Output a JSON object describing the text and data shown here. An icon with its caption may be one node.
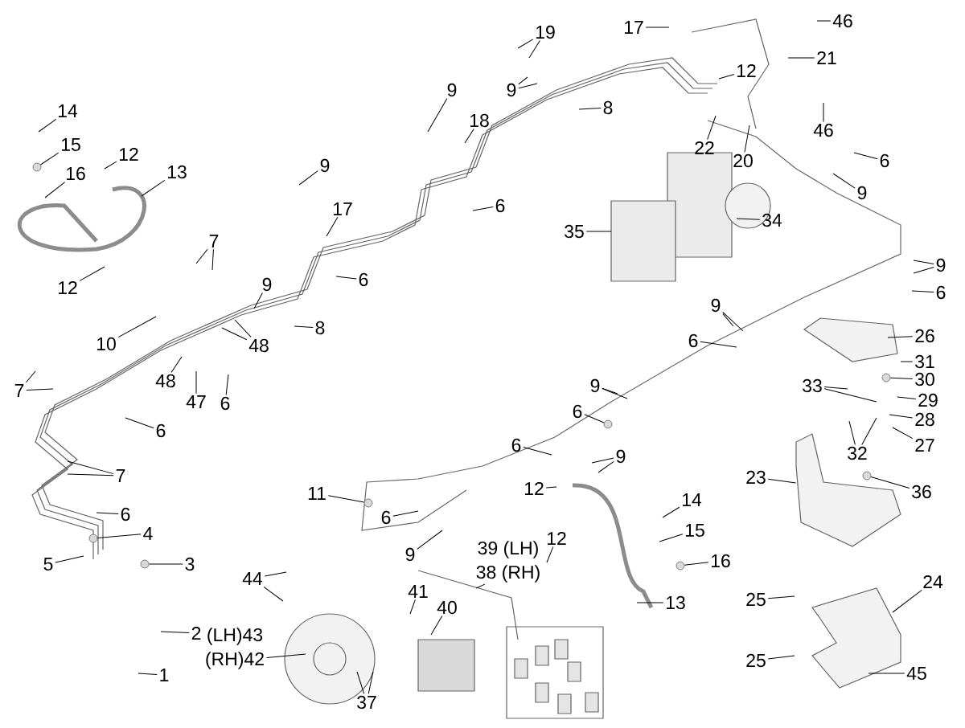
{
  "diagram": {
    "nodes": [
      {
        "text": [
          "46"
        ]
      },
      {
        "text": [
          "17"
        ]
      },
      {
        "text": [
          "19"
        ]
      },
      {
        "text": [
          "21"
        ]
      },
      {
        "text": [
          "12"
        ]
      },
      {
        "text": [
          "9"
        ]
      },
      {
        "text": [
          "8"
        ]
      },
      {
        "text": [
          "14"
        ]
      },
      {
        "text": [
          "18"
        ]
      },
      {
        "text": [
          "9"
        ]
      },
      {
        "text": [
          "46"
        ]
      },
      {
        "text": [
          "22"
        ]
      },
      {
        "text": [
          "15"
        ]
      },
      {
        "text": [
          "12"
        ]
      },
      {
        "text": [
          "20"
        ]
      },
      {
        "text": [
          "6"
        ]
      },
      {
        "text": [
          "9"
        ]
      },
      {
        "text": [
          "16"
        ]
      },
      {
        "text": [
          "13"
        ]
      },
      {
        "text": [
          "9"
        ]
      },
      {
        "text": [
          "17"
        ]
      },
      {
        "text": [
          "6"
        ]
      },
      {
        "text": [
          "34"
        ]
      },
      {
        "text": [
          "35"
        ]
      },
      {
        "text": [
          "7"
        ]
      },
      {
        "text": [
          "9"
        ]
      },
      {
        "text": [
          "6"
        ]
      },
      {
        "text": [
          "9"
        ]
      },
      {
        "text": [
          "12"
        ]
      },
      {
        "text": [
          "6"
        ]
      },
      {
        "text": [
          "9"
        ]
      },
      {
        "text": [
          "8"
        ]
      },
      {
        "text": [
          "26"
        ]
      },
      {
        "text": [
          "10"
        ]
      },
      {
        "text": [
          "6"
        ]
      },
      {
        "text": [
          "48"
        ]
      },
      {
        "text": [
          "31"
        ]
      },
      {
        "text": [
          "30"
        ]
      },
      {
        "text": [
          "48"
        ]
      },
      {
        "text": [
          "9"
        ]
      },
      {
        "text": [
          "33"
        ]
      },
      {
        "text": [
          "7"
        ]
      },
      {
        "text": [
          "29"
        ]
      },
      {
        "text": [
          "47"
        ]
      },
      {
        "text": [
          "6"
        ]
      },
      {
        "text": [
          "6"
        ]
      },
      {
        "text": [
          "28"
        ]
      },
      {
        "text": [
          "6"
        ]
      },
      {
        "text": [
          "9"
        ]
      },
      {
        "text": [
          "6"
        ]
      },
      {
        "text": [
          "27"
        ]
      },
      {
        "text": [
          "32"
        ]
      },
      {
        "text": [
          "7"
        ]
      },
      {
        "text": [
          "23"
        ]
      },
      {
        "text": [
          "11"
        ]
      },
      {
        "text": [
          "12"
        ]
      },
      {
        "text": [
          "36"
        ]
      },
      {
        "text": [
          "14"
        ]
      },
      {
        "text": [
          "6"
        ]
      },
      {
        "text": [
          "6"
        ]
      },
      {
        "text": [
          "15"
        ]
      },
      {
        "text": [
          "4"
        ]
      },
      {
        "text": [
          "12"
        ]
      },
      {
        "text": [
          "39 (LH)"
        ]
      },
      {
        "text": [
          "38 (RH)"
        ]
      },
      {
        "text": [
          "9"
        ]
      },
      {
        "text": [
          "5"
        ]
      },
      {
        "text": [
          "3"
        ]
      },
      {
        "text": [
          "16"
        ]
      },
      {
        "text": [
          "44"
        ]
      },
      {
        "text": [
          "41"
        ]
      },
      {
        "text": [
          "25"
        ]
      },
      {
        "text": [
          "24"
        ]
      },
      {
        "text": [
          "13"
        ]
      },
      {
        "text": [
          "40"
        ]
      },
      {
        "text": [
          "2"
        ]
      },
      {
        "text": [
          "(LH)43"
        ]
      },
      {
        "text": [
          "(RH)42"
        ]
      },
      {
        "text": [
          "25"
        ]
      },
      {
        "text": [
          "1"
        ]
      },
      {
        "text": [
          "45"
        ]
      },
      {
        "text": [
          "37"
        ]
      },
      {
        "text": [],
        "shape": "picture"
      },
      {
        "text": [],
        "shape": "circle"
      },
      {
        "text": [],
        "shape": "circle"
      },
      {
        "text": [],
        "shape": "circle"
      },
      {
        "text": [],
        "shape": "circle"
      },
      {
        "text": [],
        "shape": "circle"
      },
      {
        "text": [],
        "shape": "circle"
      },
      {
        "text": [],
        "shape": "circle"
      },
      {
        "text": [],
        "shape": "circle"
      }
    ],
    "edges": [
      {
        "from": 0,
        "to": null,
        "arrow": "none"
      },
      {
        "from": 1,
        "to": null,
        "arrow": "none"
      },
      {
        "from": 2,
        "to": null,
        "arrow": "none"
      },
      {
        "from": 2,
        "to": null,
        "arrow": "none"
      },
      {
        "from": 3,
        "to": null,
        "arrow": "none"
      },
      {
        "from": 4,
        "to": null,
        "arrow": "none"
      },
      {
        "from": 5,
        "to": null,
        "arrow": "none"
      },
      {
        "from": 5,
        "to": null,
        "arrow": "none"
      },
      {
        "from": 6,
        "to": null,
        "arrow": "none"
      },
      {
        "from": 7,
        "to": null,
        "arrow": "none"
      },
      {
        "from": 8,
        "to": null,
        "arrow": "none"
      },
      {
        "from": 9,
        "to": null,
        "arrow": "none"
      },
      {
        "from": 10,
        "to": null,
        "arrow": "none"
      },
      {
        "from": 11,
        "to": null,
        "arrow": "none"
      },
      {
        "from": 12,
        "to": 83,
        "arrow": "none"
      },
      {
        "from": 13,
        "to": null,
        "arrow": "none"
      },
      {
        "from": 14,
        "to": null,
        "arrow": "none"
      },
      {
        "from": 15,
        "to": null,
        "arrow": "none"
      },
      {
        "from": 16,
        "to": null,
        "arrow": "none"
      },
      {
        "from": 17,
        "to": null,
        "arrow": "none"
      },
      {
        "from": 18,
        "to": null,
        "arrow": "none"
      },
      {
        "from": 19,
        "to": null,
        "arrow": "none"
      },
      {
        "from": 20,
        "to": null,
        "arrow": "none"
      },
      {
        "from": 21,
        "to": null,
        "arrow": "none"
      },
      {
        "from": 22,
        "to": null,
        "arrow": "none"
      },
      {
        "from": 23,
        "to": null,
        "arrow": "none"
      },
      {
        "from": 24,
        "to": null,
        "arrow": "none"
      },
      {
        "from": 24,
        "to": null,
        "arrow": "none"
      },
      {
        "from": 25,
        "to": null,
        "arrow": "none"
      },
      {
        "from": 25,
        "to": null,
        "arrow": "none"
      },
      {
        "from": 26,
        "to": null,
        "arrow": "none"
      },
      {
        "from": 27,
        "to": null,
        "arrow": "none"
      },
      {
        "from": 28,
        "to": null,
        "arrow": "none"
      },
      {
        "from": 29,
        "to": null,
        "arrow": "none"
      },
      {
        "from": 30,
        "to": null,
        "arrow": "none"
      },
      {
        "from": 30,
        "to": null,
        "arrow": "none"
      },
      {
        "from": 31,
        "to": null,
        "arrow": "none"
      },
      {
        "from": 32,
        "to": null,
        "arrow": "none"
      },
      {
        "from": 33,
        "to": null,
        "arrow": "none"
      },
      {
        "from": 34,
        "to": null,
        "arrow": "none"
      },
      {
        "from": 35,
        "to": null,
        "arrow": "none"
      },
      {
        "from": 35,
        "to": null,
        "arrow": "none"
      },
      {
        "from": 36,
        "to": null,
        "arrow": "none"
      },
      {
        "from": 37,
        "to": 84,
        "arrow": "none"
      },
      {
        "from": 38,
        "to": null,
        "arrow": "none"
      },
      {
        "from": 39,
        "to": null,
        "arrow": "none"
      },
      {
        "from": 39,
        "to": null,
        "arrow": "none"
      },
      {
        "from": 40,
        "to": null,
        "arrow": "none"
      },
      {
        "from": 40,
        "to": null,
        "arrow": "none"
      },
      {
        "from": 41,
        "to": null,
        "arrow": "none"
      },
      {
        "from": 41,
        "to": null,
        "arrow": "none"
      },
      {
        "from": 42,
        "to": null,
        "arrow": "none"
      },
      {
        "from": 43,
        "to": null,
        "arrow": "none"
      },
      {
        "from": 44,
        "to": null,
        "arrow": "none"
      },
      {
        "from": 45,
        "to": 85,
        "arrow": "none"
      },
      {
        "from": 46,
        "to": null,
        "arrow": "none"
      },
      {
        "from": 47,
        "to": null,
        "arrow": "none"
      },
      {
        "from": 48,
        "to": null,
        "arrow": "none"
      },
      {
        "from": 48,
        "to": null,
        "arrow": "none"
      },
      {
        "from": 49,
        "to": null,
        "arrow": "none"
      },
      {
        "from": 50,
        "to": null,
        "arrow": "none"
      },
      {
        "from": 51,
        "to": null,
        "arrow": "none"
      },
      {
        "from": 51,
        "to": null,
        "arrow": "none"
      },
      {
        "from": 52,
        "to": null,
        "arrow": "none"
      },
      {
        "from": 52,
        "to": null,
        "arrow": "none"
      },
      {
        "from": 53,
        "to": 82,
        "arrow": "none"
      },
      {
        "from": 54,
        "to": 86,
        "arrow": "none"
      },
      {
        "from": 55,
        "to": null,
        "arrow": "none"
      },
      {
        "from": 56,
        "to": 87,
        "arrow": "none"
      },
      {
        "from": 57,
        "to": null,
        "arrow": "none"
      },
      {
        "from": 58,
        "to": null,
        "arrow": "none"
      },
      {
        "from": 59,
        "to": null,
        "arrow": "none"
      },
      {
        "from": 60,
        "to": null,
        "arrow": "none"
      },
      {
        "from": 61,
        "to": 88,
        "arrow": "none"
      },
      {
        "from": 62,
        "to": null,
        "arrow": "none"
      },
      {
        "from": 64,
        "to": null,
        "arrow": "none"
      },
      {
        "from": 65,
        "to": null,
        "arrow": "none"
      },
      {
        "from": 66,
        "to": null,
        "arrow": "none"
      },
      {
        "from": 67,
        "to": 89,
        "arrow": "none"
      },
      {
        "from": 68,
        "to": 90,
        "arrow": "none"
      },
      {
        "from": 69,
        "to": null,
        "arrow": "none"
      },
      {
        "from": 69,
        "to": null,
        "arrow": "none"
      },
      {
        "from": 70,
        "to": null,
        "arrow": "none"
      },
      {
        "from": 71,
        "to": null,
        "arrow": "none"
      },
      {
        "from": 72,
        "to": null,
        "arrow": "none"
      },
      {
        "from": 73,
        "to": null,
        "arrow": "none"
      },
      {
        "from": 74,
        "to": null,
        "arrow": "none"
      },
      {
        "from": 75,
        "to": null,
        "arrow": "none"
      },
      {
        "from": 77,
        "to": null,
        "arrow": "none"
      },
      {
        "from": 78,
        "to": null,
        "arrow": "none"
      },
      {
        "from": 79,
        "to": null,
        "arrow": "none"
      },
      {
        "from": 80,
        "to": null,
        "arrow": "none"
      },
      {
        "from": 81,
        "to": null,
        "arrow": "none"
      },
      {
        "from": 81,
        "to": null,
        "arrow": "none"
      }
    ]
  }
}
